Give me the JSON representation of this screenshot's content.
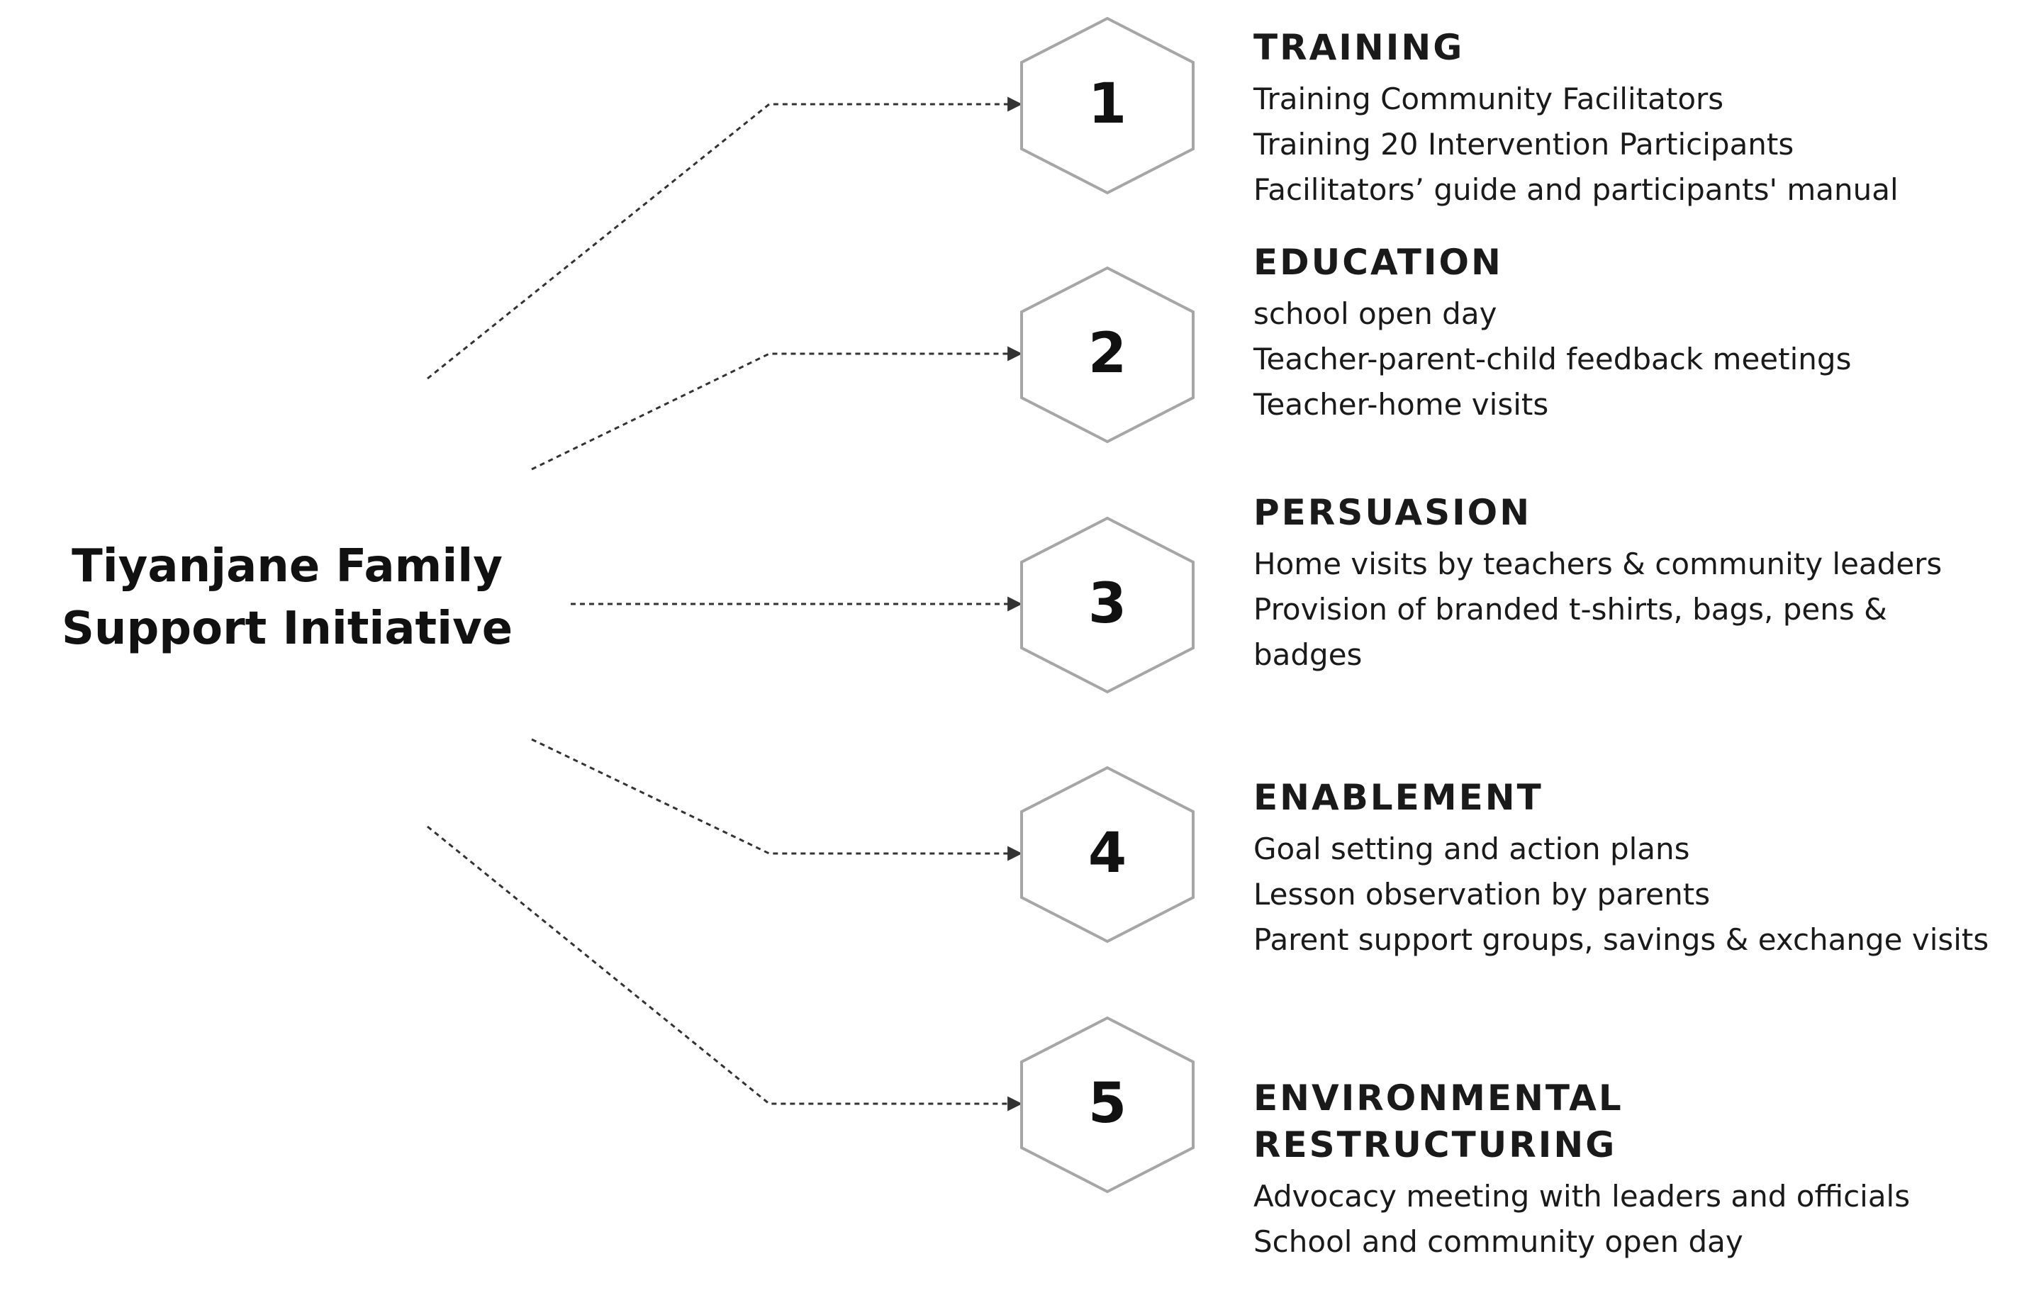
{
  "center": {
    "title_line1": "Tiyanjane Family",
    "title_line2": "Support Initiative"
  },
  "steps": [
    {
      "number": "1",
      "heading": "TRAINING",
      "items": [
        "Training Community Facilitators",
        "Training 20 Intervention Participants",
        "Facilitators’ guide and participants' manual"
      ]
    },
    {
      "number": "2",
      "heading": "EDUCATION",
      "items": [
        "school open day",
        "Teacher-parent-child feedback meetings",
        "Teacher-home visits"
      ]
    },
    {
      "number": "3",
      "heading": "PERSUASION",
      "items": [
        "Home visits by teachers & community leaders",
        "Provision of branded t-shirts, bags, pens & badges"
      ]
    },
    {
      "number": "4",
      "heading": "ENABLEMENT",
      "items": [
        "Goal setting and action plans",
        "Lesson observation by parents",
        "Parent support groups, savings & exchange visits"
      ]
    },
    {
      "number": "5",
      "heading_line1": "ENVIRONMENTAL",
      "heading_line2": "RESTRUCTURING",
      "items": [
        "Advocacy meeting with leaders and officials",
        "School and community open day"
      ]
    }
  ],
  "colors": {
    "hexagon_stroke": "#a6a6a6",
    "connector": "#333333",
    "crescent_dark": "#8a8a8a",
    "crescent_light": "#f4f4f4"
  }
}
